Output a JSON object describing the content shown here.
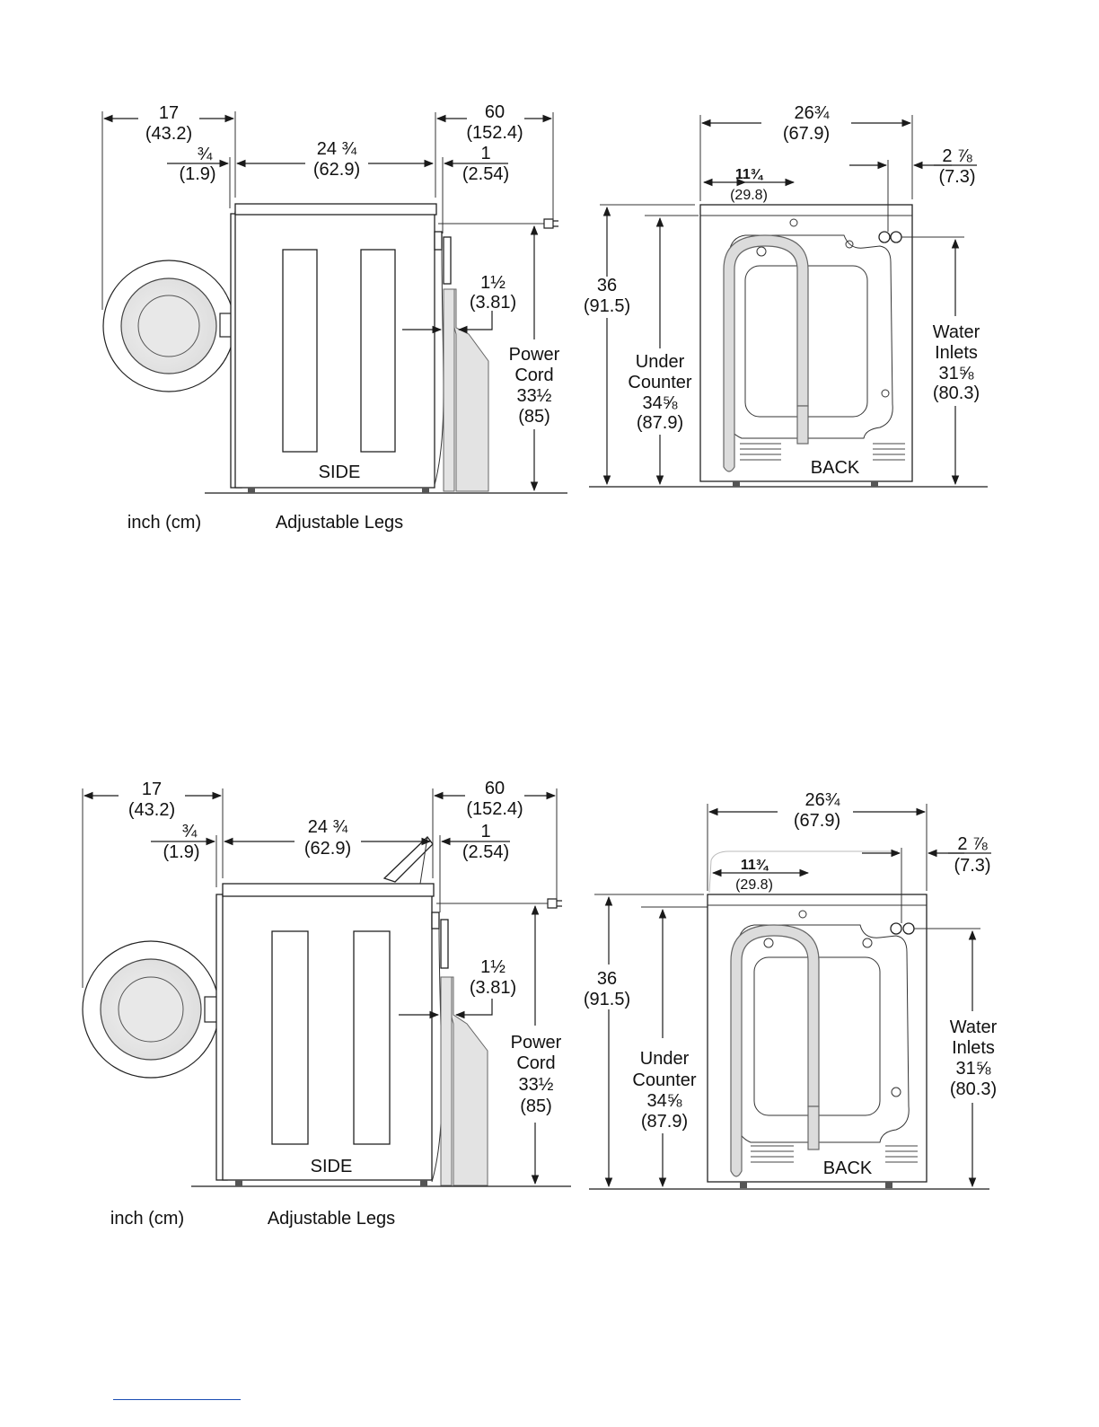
{
  "figures": [
    {
      "side": {
        "depth_door": {
          "in": "17",
          "cm": "(43.2)"
        },
        "door_gap": {
          "in": "¾",
          "cm": "(1.9)"
        },
        "cabinet_depth": {
          "in": "24 ¾",
          "cm": "(62.9)"
        },
        "cord_length": {
          "in": "60",
          "cm": "(152.4)"
        },
        "back_clearance": {
          "in": "1",
          "cm": "(2.54)"
        },
        "wall_gap": {
          "in": "1½",
          "cm": "(3.81)"
        },
        "power_cord": {
          "line1": "Power",
          "line2": "Cord",
          "in": "33½",
          "cm": "(85)"
        },
        "view_label": "SIDE",
        "units_label": "inch (cm)",
        "legs_label": "Adjustable Legs"
      },
      "back": {
        "width": {
          "in": "26¾",
          "cm": "(67.9)"
        },
        "drain_offset": {
          "in": "11¾",
          "cm": "(29.8)"
        },
        "inlet_offset": {
          "in": "2 ⅞",
          "cm": "(7.3)"
        },
        "height": {
          "in": "36",
          "cm": "(91.5)"
        },
        "under_counter": {
          "line1": "Under",
          "line2": "Counter",
          "in": "34⅝",
          "cm": "(87.9)"
        },
        "water_inlets": {
          "line1": "Water",
          "line2": "Inlets",
          "in": "31⅝",
          "cm": "(80.3)"
        },
        "view_label": "BACK"
      }
    },
    {
      "side": {
        "depth_door": {
          "in": "17",
          "cm": "(43.2)"
        },
        "door_gap": {
          "in": "¾",
          "cm": "(1.9)"
        },
        "cabinet_depth": {
          "in": "24 ¾",
          "cm": "(62.9)"
        },
        "cord_length": {
          "in": "60",
          "cm": "(152.4)"
        },
        "back_clearance": {
          "in": "1",
          "cm": "(2.54)"
        },
        "wall_gap": {
          "in": "1½",
          "cm": "(3.81)"
        },
        "power_cord": {
          "line1": "Power",
          "line2": "Cord",
          "in": "33½",
          "cm": "(85)"
        },
        "view_label": "SIDE",
        "units_label": "inch (cm)",
        "legs_label": "Adjustable Legs"
      },
      "back": {
        "width": {
          "in": "26¾",
          "cm": "(67.9)"
        },
        "drain_offset": {
          "in": "11¾",
          "cm": "(29.8)"
        },
        "inlet_offset": {
          "in": "2 ⅞",
          "cm": "(7.3)"
        },
        "height": {
          "in": "36",
          "cm": "(91.5)"
        },
        "under_counter": {
          "line1": "Under",
          "line2": "Counter",
          "in": "34⅝",
          "cm": "(87.9)"
        },
        "water_inlets": {
          "line1": "Water",
          "line2": "Inlets",
          "in": "31⅝",
          "cm": "(80.3)"
        },
        "view_label": "BACK"
      }
    }
  ]
}
